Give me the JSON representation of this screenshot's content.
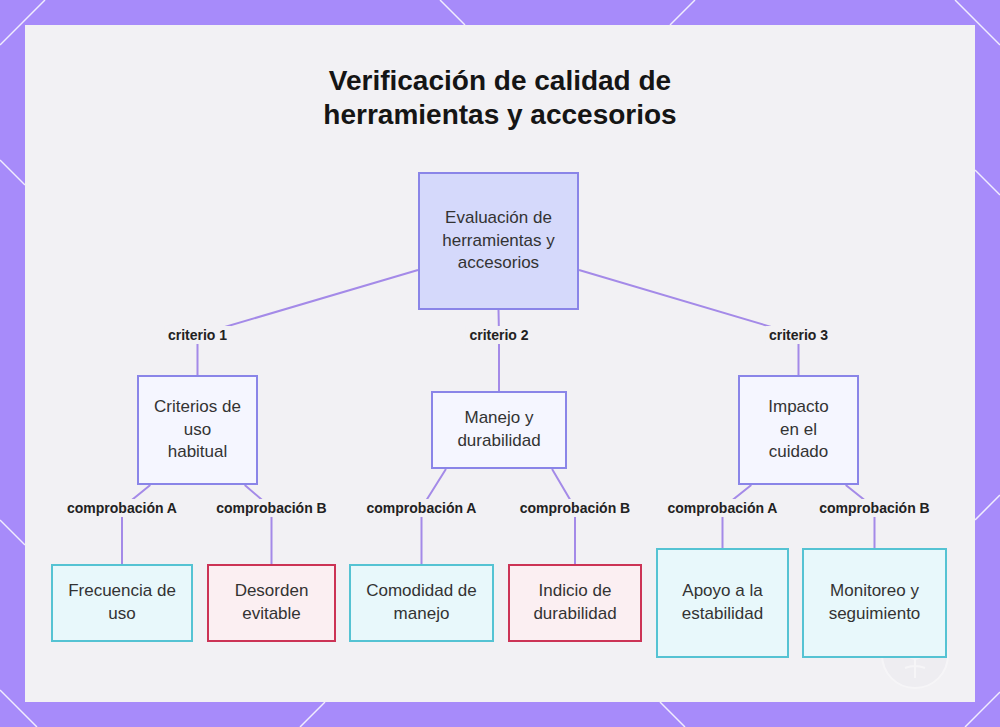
{
  "diagram": {
    "title": "Verificación de calidad de herramientas y accesorios",
    "nodes": [
      {
        "text": [
          "Evaluación de herramientas y accesorios"
        ]
      },
      {
        "text": [
          "Criterios de uso habitual"
        ]
      },
      {
        "text": [
          "Manejo y durabilidad"
        ]
      },
      {
        "text": [
          "Impacto en el cuidado"
        ]
      },
      {
        "text": [
          "Frecuencia de uso"
        ]
      },
      {
        "text": [
          "Desorden evitable"
        ]
      },
      {
        "text": [
          "Comodidad de manejo"
        ]
      },
      {
        "text": [
          "Indicio de durabilidad"
        ]
      },
      {
        "text": [
          "Apoyo a la estabilidad"
        ]
      },
      {
        "text": [
          "Monitoreo y seguimiento"
        ]
      }
    ],
    "edges": [
      {
        "from": 0,
        "to": 1,
        "label": "criterio 1",
        "arrow": "none"
      },
      {
        "from": 0,
        "to": 2,
        "label": "criterio 2",
        "arrow": "none"
      },
      {
        "from": 0,
        "to": 3,
        "label": "criterio 3",
        "arrow": "none"
      },
      {
        "from": 1,
        "to": 4,
        "label": "comprobación A",
        "arrow": "none"
      },
      {
        "from": 1,
        "to": 5,
        "label": "comprobación B",
        "arrow": "none"
      },
      {
        "from": 2,
        "to": 6,
        "label": "comprobación A",
        "arrow": "none"
      },
      {
        "from": 2,
        "to": 7,
        "label": "comprobación B",
        "arrow": "none"
      },
      {
        "from": 3,
        "to": 8,
        "label": "comprobación A",
        "arrow": "none"
      },
      {
        "from": 3,
        "to": 9,
        "label": "comprobación B",
        "arrow": "none"
      }
    ]
  }
}
